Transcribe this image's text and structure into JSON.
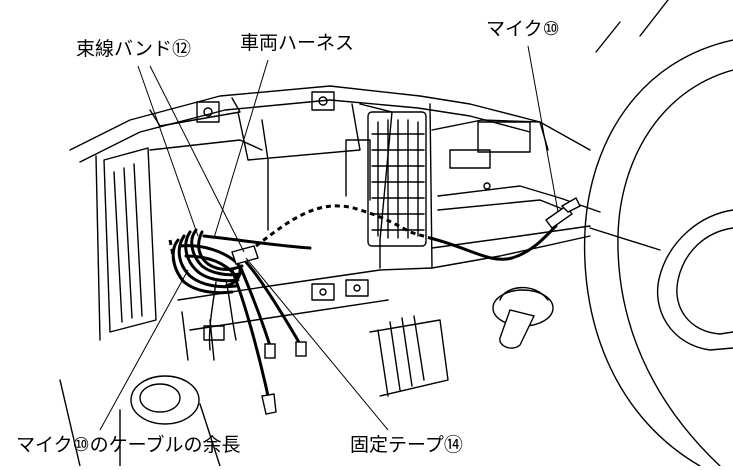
{
  "callouts": {
    "band": "束線バンド⑫",
    "harness": "車両ハーネス",
    "mic": "マイク⑩",
    "excess": "マイク⑩のケーブルの余長",
    "tape": "固定テープ⑭"
  }
}
